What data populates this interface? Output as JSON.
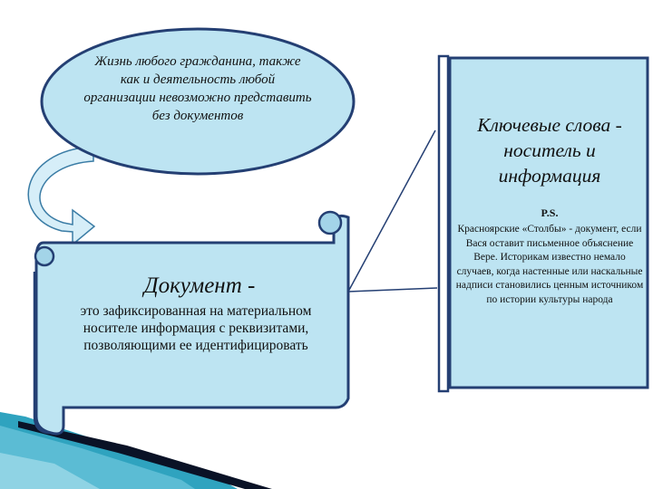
{
  "ellipse": {
    "text": "Жизнь любого гражданина, также как и деятельность любой организации невозможно представить без документов"
  },
  "document_scroll": {
    "title": "Документ -",
    "definition": "это зафиксированная на материальном носителе информация с реквизитами, позволяющими ее идентифицировать"
  },
  "keywords_panel": {
    "title": "Ключевые слова - носитель и информация",
    "ps_label": "P.S.",
    "ps_text": "Красноярские «Столбы» - документ, если Вася оставит письменное объяснение Вере. Историкам известно немало случаев, когда настенные или наскальные надписи становились ценным источником по истории культуры народа"
  },
  "colors": {
    "shape_fill": "#bde4f2",
    "shape_stroke": "#243f73",
    "arrow_fill": "#d6eef8",
    "accent_teal": "#2fa3bf",
    "accent_dark": "#0a1226"
  }
}
